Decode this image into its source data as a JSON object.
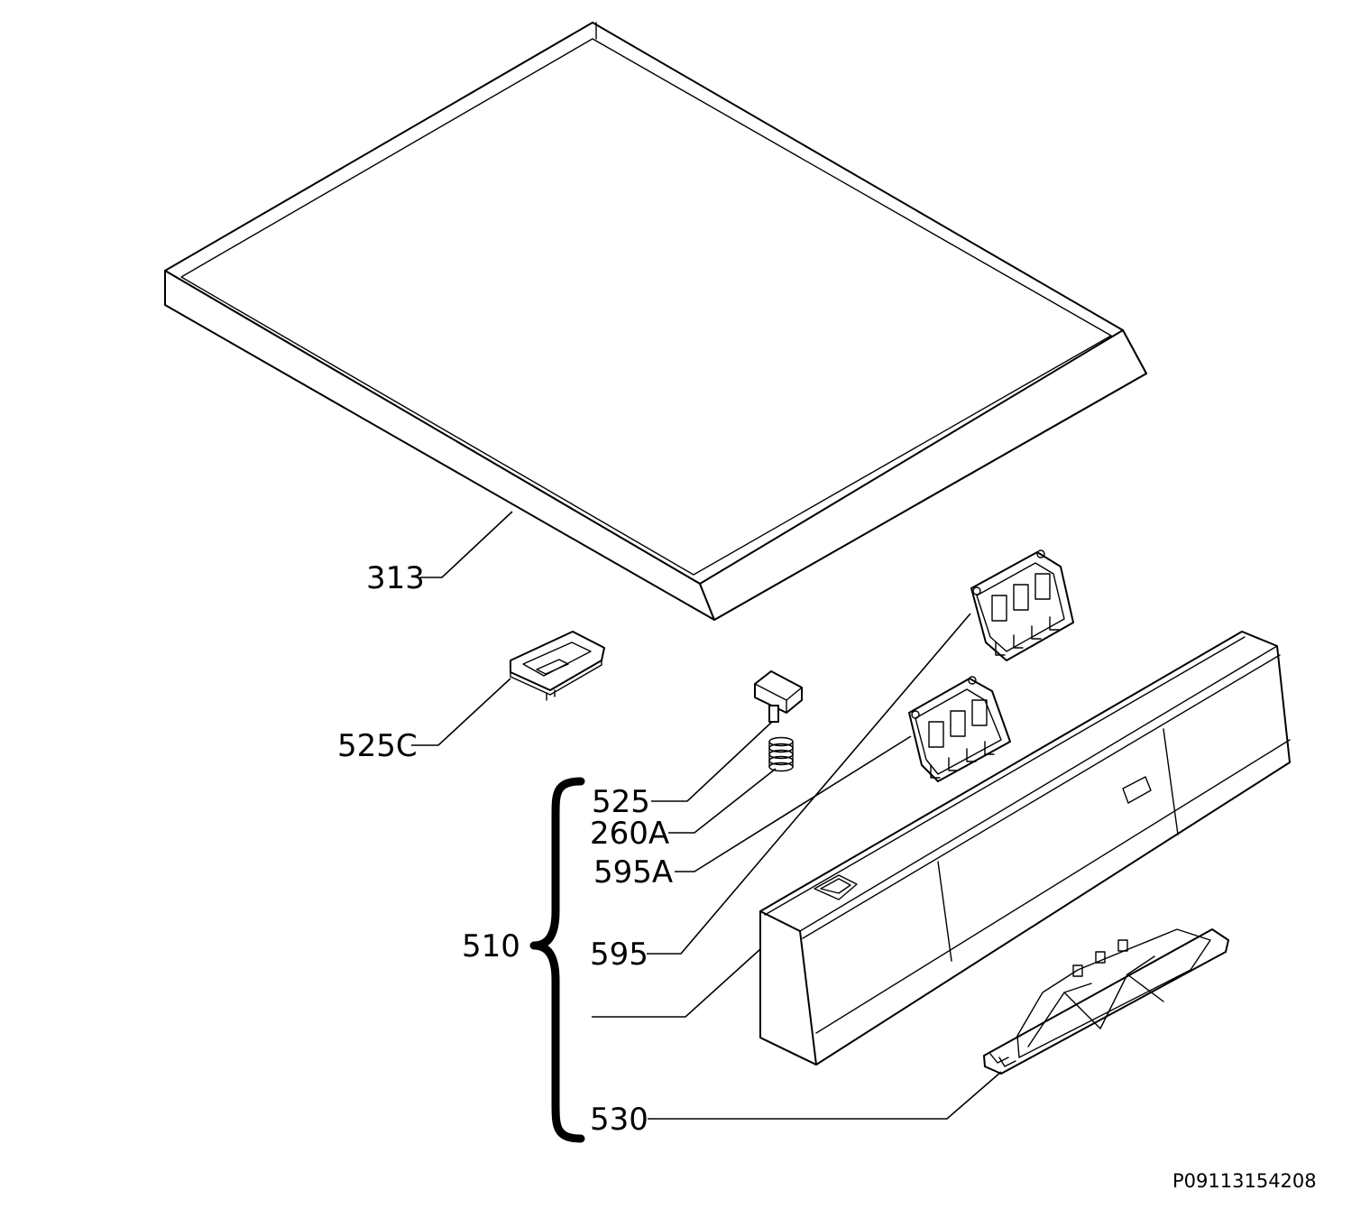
{
  "diagram": {
    "callouts": {
      "lid": "313",
      "handle_insert": "525C",
      "button": "525",
      "spring": "260A",
      "switch_a": "595A",
      "switch": "595",
      "assembly": "510",
      "handle": "530"
    },
    "reference_code": "P09113154208"
  }
}
